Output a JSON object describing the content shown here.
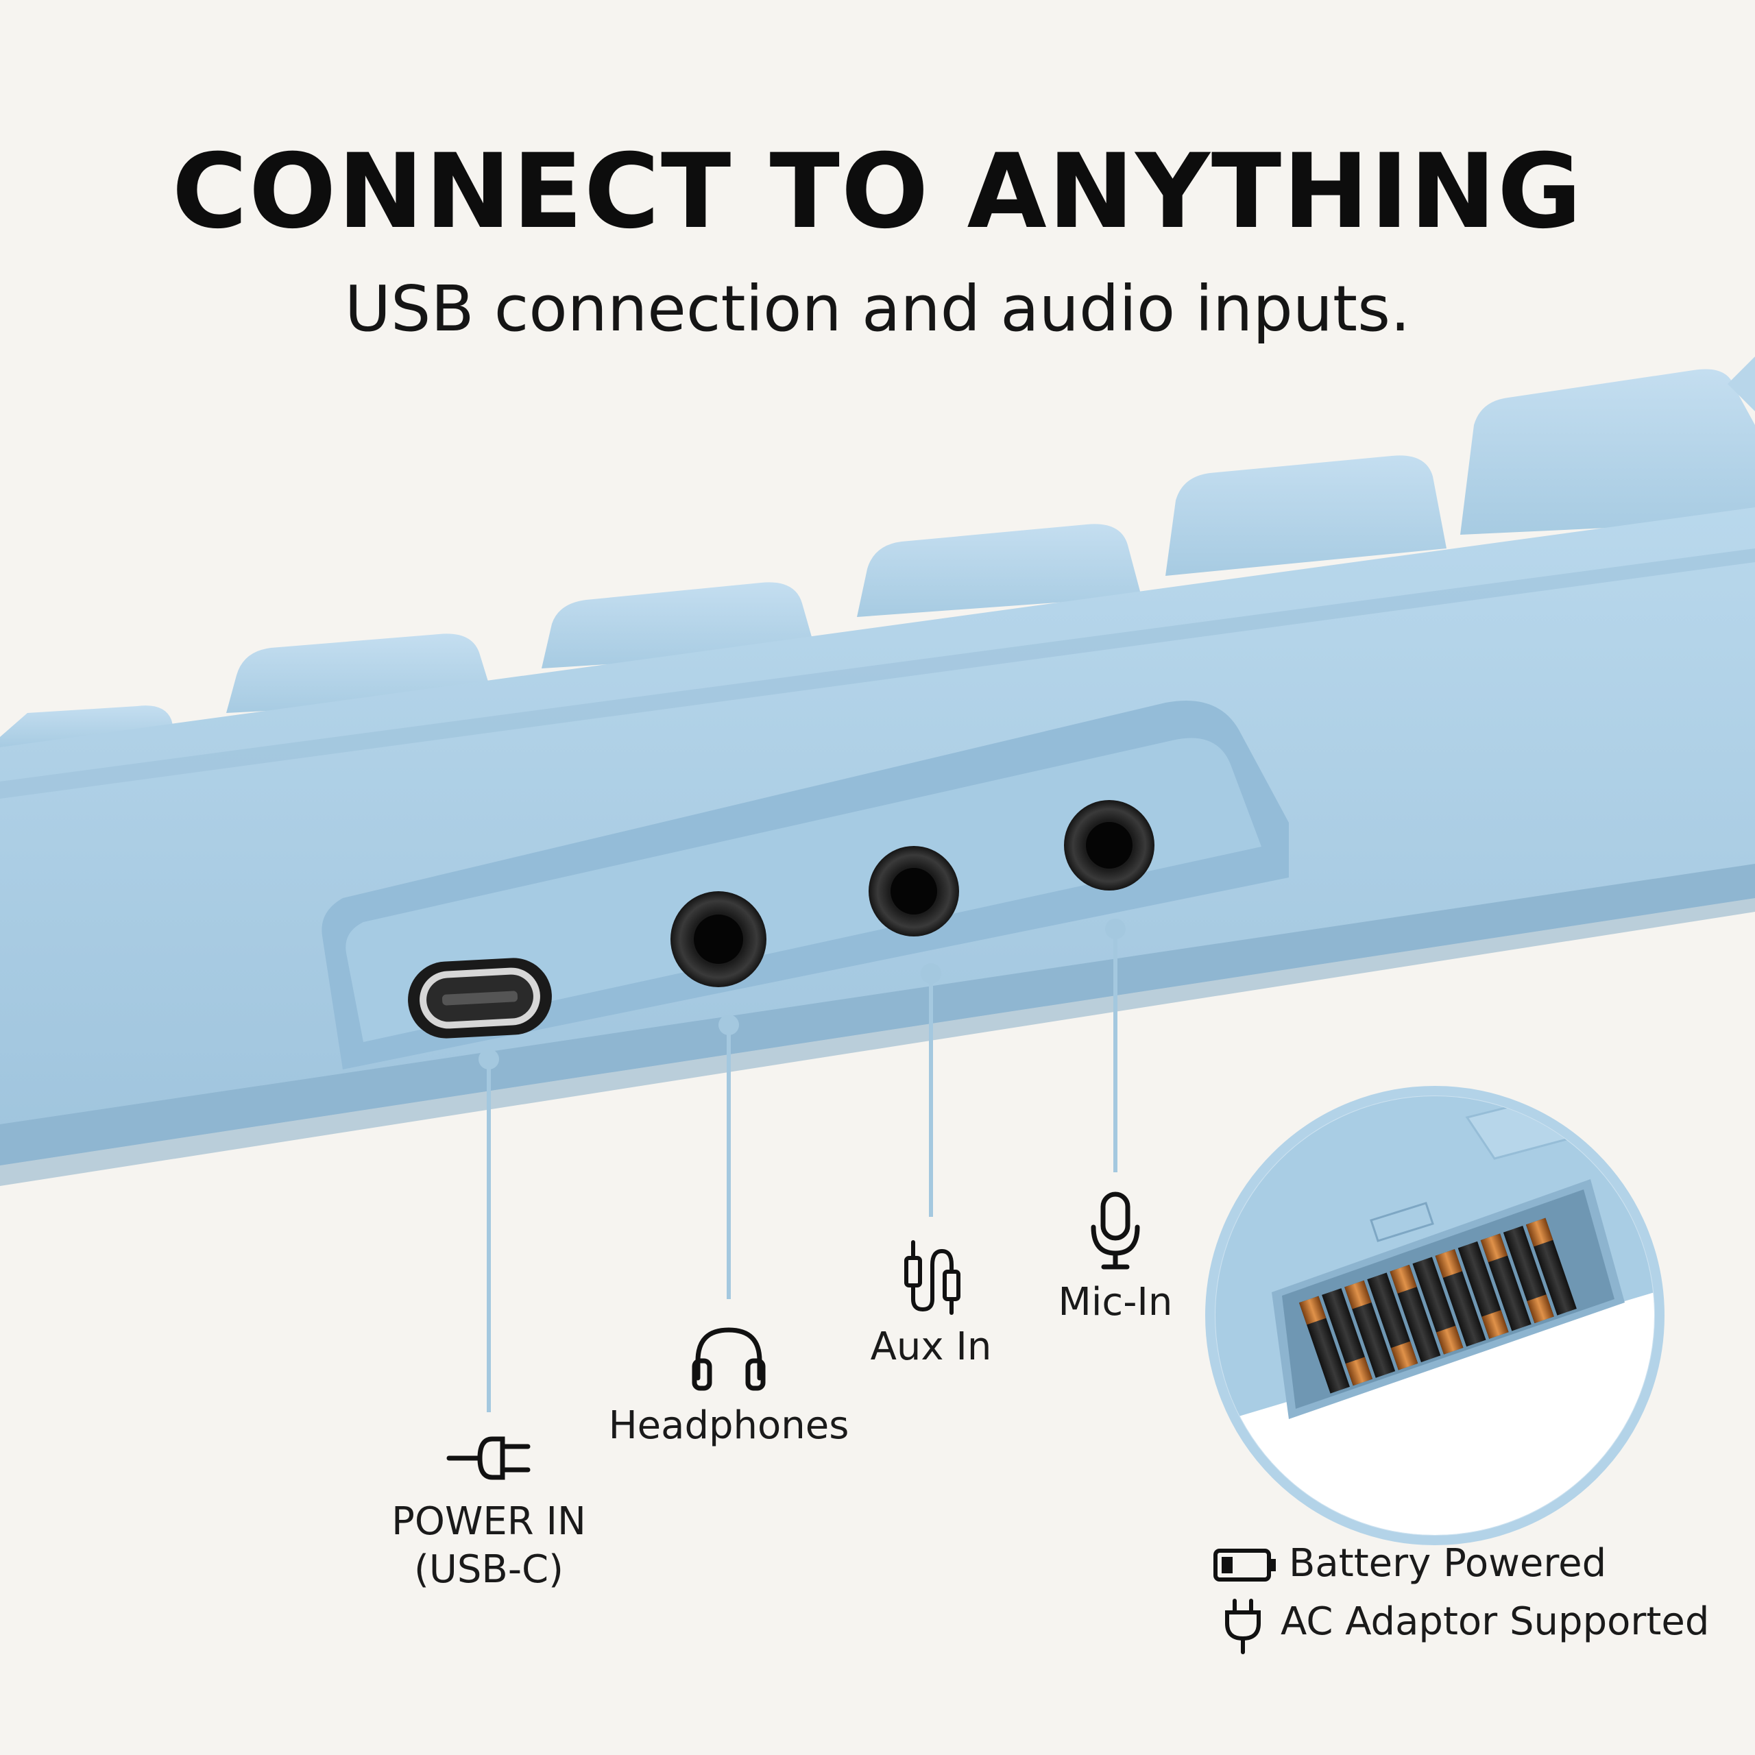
{
  "header": {
    "title": "CONNECT TO ANYTHING",
    "subtitle": "USB connection and audio inputs."
  },
  "ports": [
    {
      "id": "power",
      "label_line1": "POWER IN",
      "label_line2": "(USB-C)",
      "icon": "plug-icon"
    },
    {
      "id": "headphones",
      "label": "Headphones",
      "icon": "headphones-icon"
    },
    {
      "id": "aux",
      "label": "Aux In",
      "icon": "aux-cable-icon"
    },
    {
      "id": "mic",
      "label": "Mic-In",
      "icon": "microphone-icon"
    }
  ],
  "power_options": {
    "battery": {
      "label": "Battery Powered",
      "icon": "battery-icon"
    },
    "ac": {
      "label": "AC Adaptor Supported",
      "icon": "power-plug-icon"
    }
  },
  "colors": {
    "body_blue": "#a9cce3",
    "background": "#f6f4f0",
    "callout_line": "#a4c8df"
  }
}
